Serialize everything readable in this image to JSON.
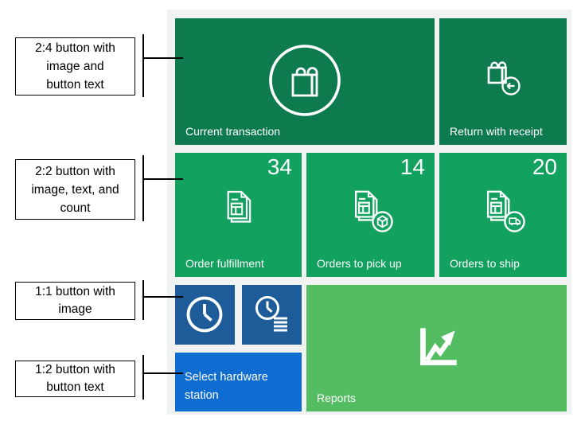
{
  "colors": {
    "page_bg": "#ffffff",
    "panel_bg": "#f1f2f2",
    "tile_dark_green": "#0e7b4f",
    "tile_medium_green": "#13a160",
    "tile_light_green": "#54bd62",
    "tile_dark_blue": "#1e5c99",
    "tile_bright_blue": "#0f6cd0",
    "tile_text": "#ffffff",
    "callout_text": "#000000"
  },
  "callouts": [
    {
      "lines": [
        "2:4 button with",
        "image and",
        "button text"
      ]
    },
    {
      "lines": [
        "2:2 button with",
        "image, text, and",
        "count"
      ]
    },
    {
      "lines": [
        "1:1 button with",
        "image"
      ]
    },
    {
      "lines": [
        "1:2 button with",
        "button text"
      ]
    }
  ],
  "tiles": {
    "current_transaction": {
      "label": "Current transaction",
      "icon": "shopping-bag-circle-icon"
    },
    "return_with_receipt": {
      "label": "Return with receipt",
      "icon": "shopping-bag-return-icon"
    },
    "order_fulfillment": {
      "label": "Order fulfillment",
      "count": "34",
      "icon": "document-stack-icon"
    },
    "orders_to_pick_up": {
      "label": "Orders to pick up",
      "count": "14",
      "icon": "document-package-icon"
    },
    "orders_to_ship": {
      "label": "Orders to ship",
      "count": "20",
      "icon": "document-truck-icon"
    },
    "clock": {
      "icon": "clock-icon"
    },
    "clock_list": {
      "icon": "clock-list-icon"
    },
    "select_hardware_station": {
      "label": "Select hardware station"
    },
    "reports": {
      "label": "Reports",
      "icon": "chart-arrow-icon"
    }
  }
}
